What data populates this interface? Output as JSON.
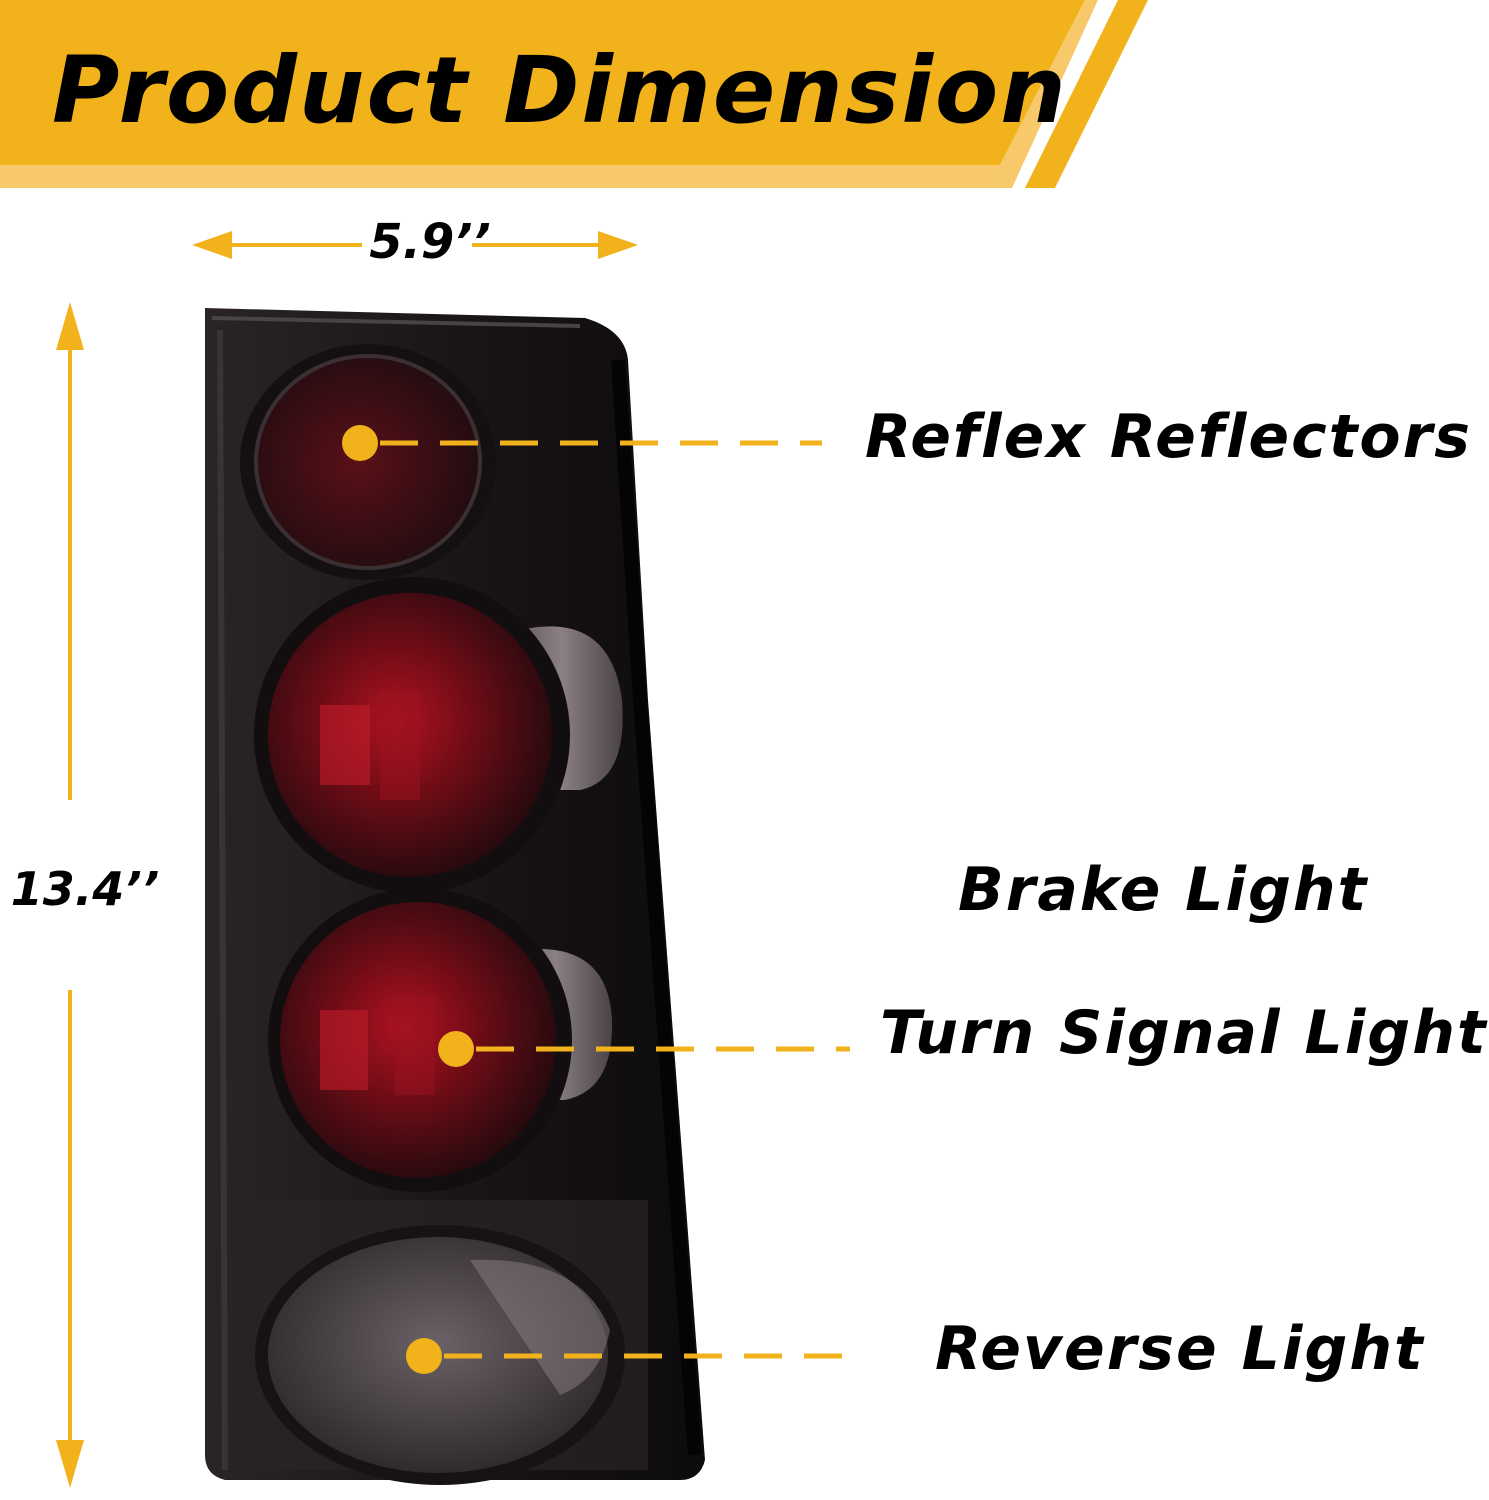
{
  "banner": {
    "title": "Product Dimension",
    "colors": {
      "accent": "#f2b21c",
      "accent_light": "#f7c96b",
      "text": "#000000"
    }
  },
  "dimensions": {
    "width": "5.9’’",
    "height": "13.4’’"
  },
  "callouts": [
    {
      "label": "Reflex Reflectors"
    },
    {
      "label": "Brake Light"
    },
    {
      "label": "Turn Signal Light"
    },
    {
      "label": "Reverse Light"
    }
  ],
  "icons": {
    "width_arrow": "double-arrow-horizontal-icon",
    "height_arrow": "double-arrow-vertical-icon",
    "callout_marker": "dot-marker-icon"
  },
  "product": {
    "name": "smoked tail light",
    "colors": {
      "housing": "#1c1719",
      "lens_red": "#6a0e16",
      "lens_smoke": "#3a3336"
    }
  }
}
